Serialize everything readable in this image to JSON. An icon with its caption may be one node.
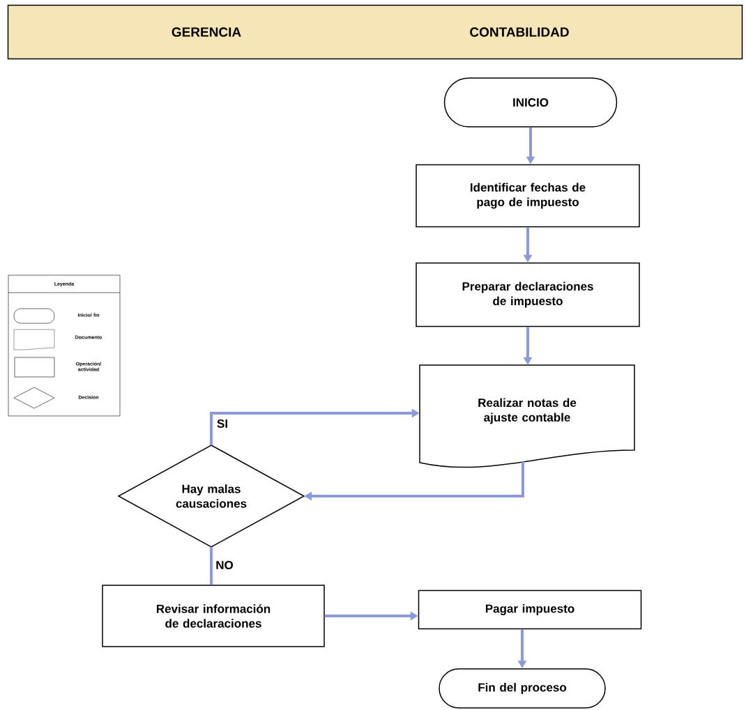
{
  "diagram": {
    "nodes": [
      {
        "text": [
          "GERENCIA",
          "CONTABILIDAD"
        ]
      },
      {
        "text": [
          "INICIO"
        ]
      },
      {
        "text": [
          "Identificar fechas de pago de impuesto"
        ]
      },
      {
        "text": [
          "Preparar declaraciones de impuesto"
        ]
      },
      {
        "text": [
          "Realizar notas de ajuste contable"
        ]
      },
      {
        "text": [
          "Hay malas causaciones"
        ]
      },
      {
        "text": [
          "Revisar información de declaraciones"
        ]
      },
      {
        "text": [
          "Pagar impuesto"
        ]
      },
      {
        "text": [
          "Fin del proceso"
        ]
      }
    ],
    "edges": [
      {
        "from": 1,
        "to": 2,
        "arrow": "to"
      },
      {
        "from": 2,
        "to": 3,
        "arrow": "to"
      },
      {
        "from": 3,
        "to": 4,
        "arrow": "to"
      },
      {
        "from": 4,
        "to": 5,
        "arrow": "to"
      },
      {
        "from": 5,
        "to": 4,
        "arrow": "to",
        "label": "SI"
      },
      {
        "from": 5,
        "to": 6,
        "arrow": "none",
        "label": "NO"
      },
      {
        "from": 6,
        "to": 7,
        "arrow": "to"
      },
      {
        "from": 7,
        "to": 8,
        "arrow": "to"
      }
    ],
    "labels": [
      "Leyenda"
    ],
    "legend": [
      {
        "text": "Inicio/ fin"
      },
      {
        "text": "Documento"
      },
      {
        "text": "Operación/ actividad"
      },
      {
        "text": "Decisión"
      }
    ]
  }
}
